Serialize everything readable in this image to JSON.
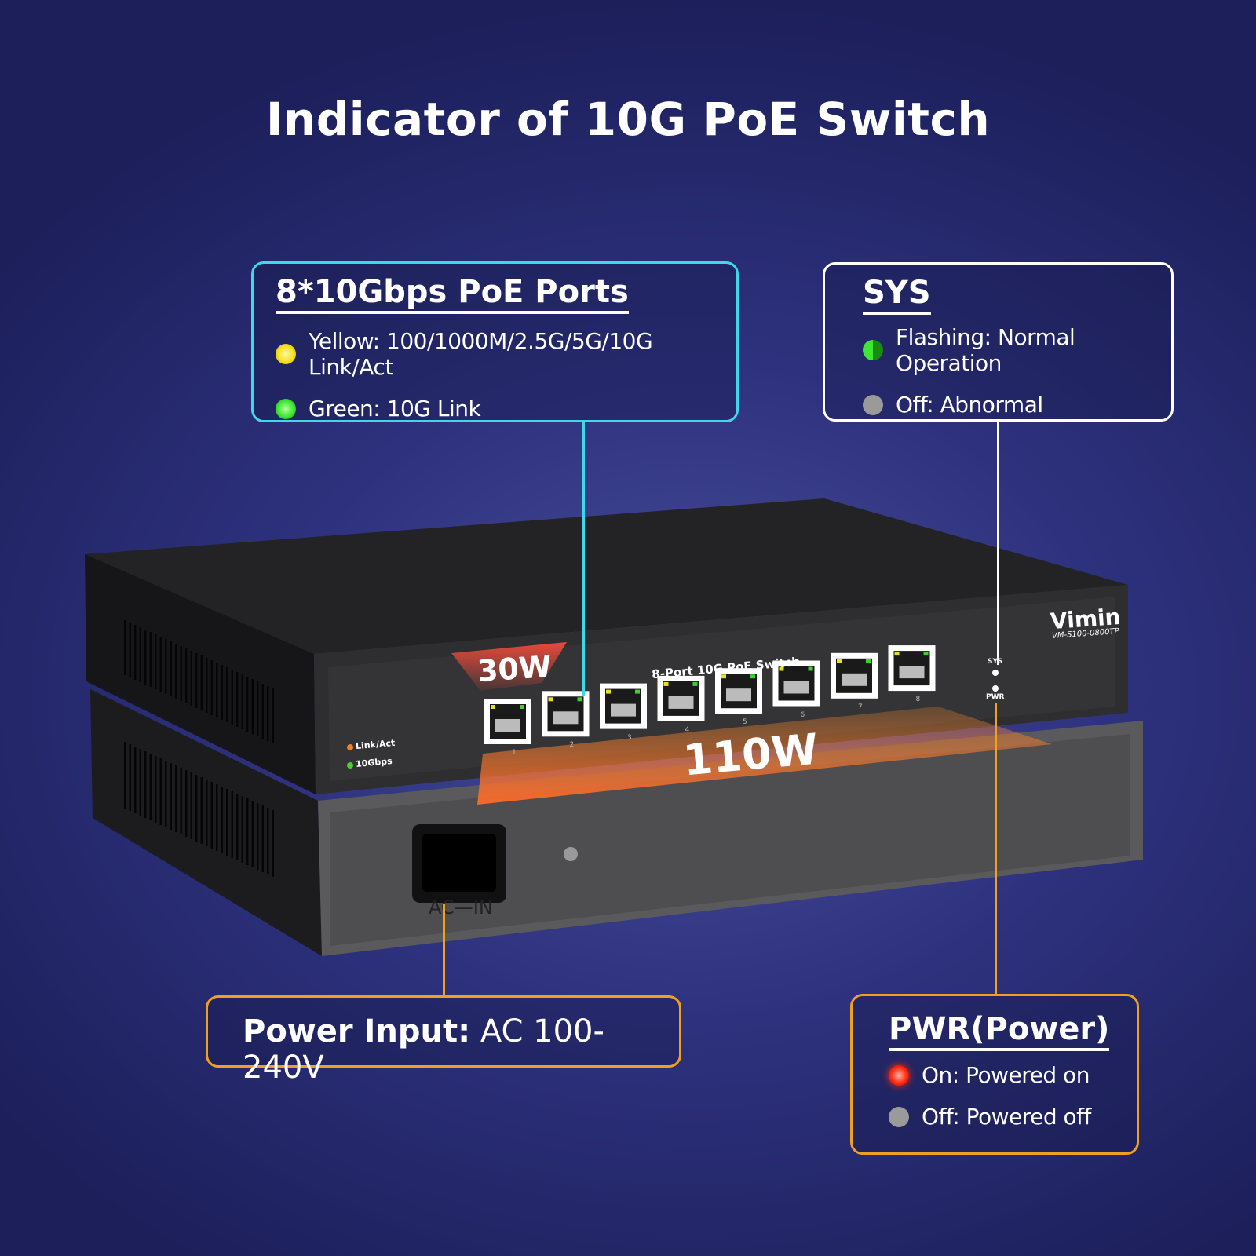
{
  "title": "Indicator of 10G PoE Switch",
  "ports_box": {
    "heading": "8*10Gbps PoE Ports",
    "items": [
      {
        "label": "Yellow: 100/1000M/2.5G/5G/10G Link/Act",
        "color": "#f5e020"
      },
      {
        "label": "Green: 10G Link",
        "color": "#3ee830"
      }
    ]
  },
  "sys_box": {
    "heading": "SYS",
    "items": [
      {
        "label": "Flashing: Normal Operation",
        "color": "#3ee830"
      },
      {
        "label": "Off: Abnormal",
        "color": "#9a9a9a"
      }
    ]
  },
  "power_box": {
    "bold": "Power Input:",
    "text": " AC 100-240V"
  },
  "pwr_box": {
    "heading": "PWR(Power)",
    "items": [
      {
        "label": "On: Powered on",
        "color": "#ff2a10"
      },
      {
        "label": "Off: Powered off",
        "color": "#9a9a9a"
      }
    ]
  },
  "device": {
    "brand": "Vimin",
    "model": "VM-S100-0800TP",
    "panel_label": "8-Port 10G PoE Switch",
    "per_port_power": "30W",
    "total_power": "110W",
    "legend": [
      "Link/Act",
      "10Gbps"
    ],
    "sys_led": "SYS",
    "pwr_led": "PWR",
    "ac_label": "AC—IN",
    "ports": [
      "1",
      "2",
      "3",
      "4",
      "5",
      "6",
      "7",
      "8"
    ]
  },
  "colors": {
    "cyan": "#3fd8e8",
    "orange": "#f0a020"
  }
}
